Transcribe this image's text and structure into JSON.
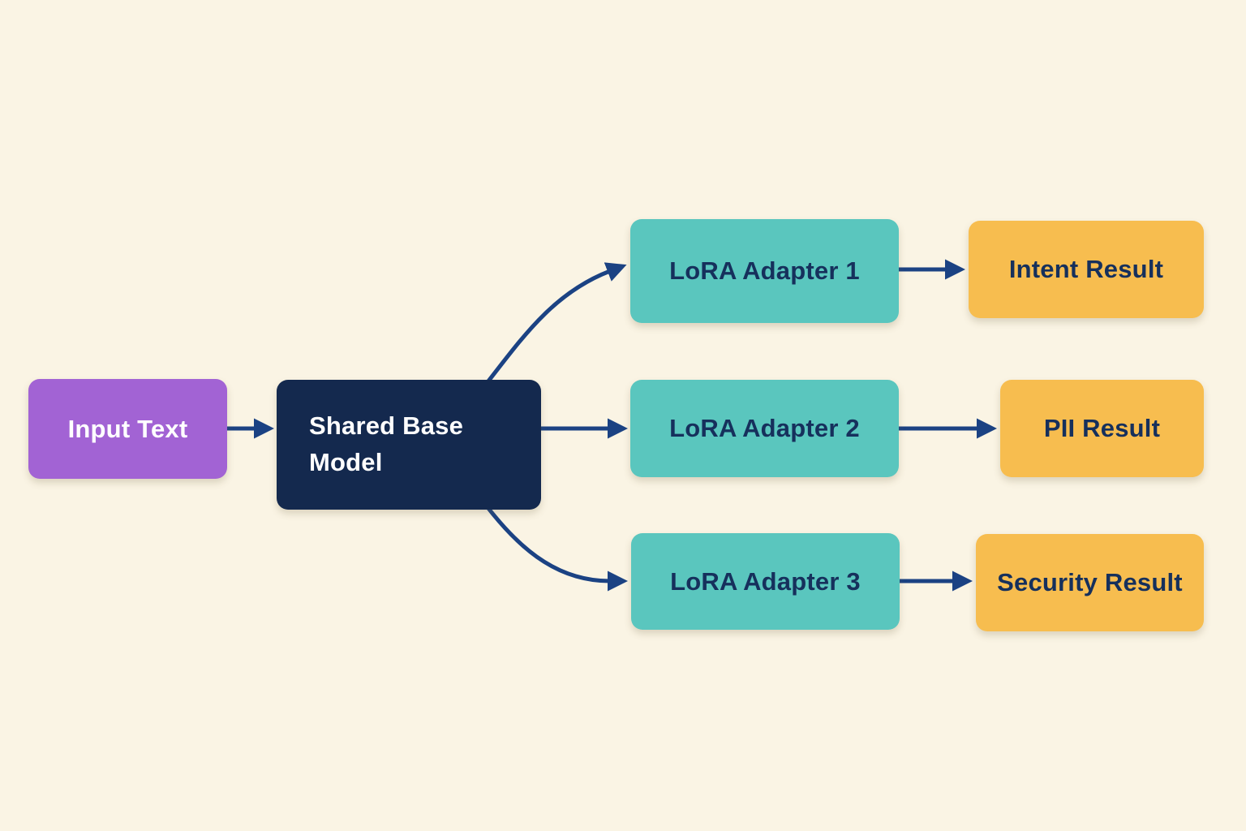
{
  "diagram": {
    "type": "flowchart",
    "nodes": {
      "input": {
        "label": "Input Text"
      },
      "base": {
        "label": "Shared Base Model"
      },
      "adapter1": {
        "label": "LoRA Adapter 1"
      },
      "adapter2": {
        "label": "LoRA Adapter 2"
      },
      "adapter3": {
        "label": "LoRA Adapter 3"
      },
      "result1": {
        "label": "Intent Result"
      },
      "result2": {
        "label": "PII Result"
      },
      "result3": {
        "label": "Security Result"
      }
    },
    "edges": [
      {
        "from": "Input Text",
        "to": "Shared Base Model"
      },
      {
        "from": "Shared Base Model",
        "to": "LoRA Adapter 1"
      },
      {
        "from": "Shared Base Model",
        "to": "LoRA Adapter 2"
      },
      {
        "from": "Shared Base Model",
        "to": "LoRA Adapter 3"
      },
      {
        "from": "LoRA Adapter 1",
        "to": "Intent Result"
      },
      {
        "from": "LoRA Adapter 2",
        "to": "PII Result"
      },
      {
        "from": "LoRA Adapter 3",
        "to": "Security Result"
      }
    ],
    "colors": {
      "background": "#FAF4E4",
      "input_node": "#A263D4",
      "base_node": "#14294E",
      "adapter_node": "#5AC6BE",
      "result_node": "#F7BD4F",
      "connector": "#1B4283",
      "light_text": "#FFFFFF",
      "dark_text": "#16305C"
    }
  }
}
